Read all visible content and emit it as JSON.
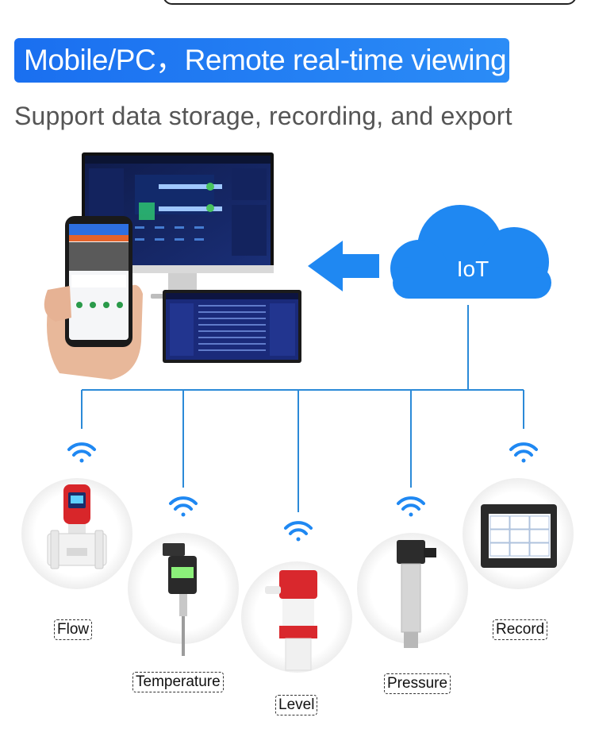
{
  "header": {
    "title": "Mobile/PC，Remote real-time viewing",
    "subtitle": "Support data storage, recording, and export"
  },
  "cloud": {
    "label": "IoT"
  },
  "devices": [
    {
      "label": "Flow"
    },
    {
      "label": "Temperature"
    },
    {
      "label": "Level"
    },
    {
      "label": "Pressure"
    },
    {
      "label": "Record"
    }
  ],
  "colors": {
    "banner": "#1a6ff0",
    "cloud": "#1f88f2",
    "lines": "#2b8ad8",
    "arrow": "#1f88f2",
    "wifi": "#1f88f2"
  }
}
